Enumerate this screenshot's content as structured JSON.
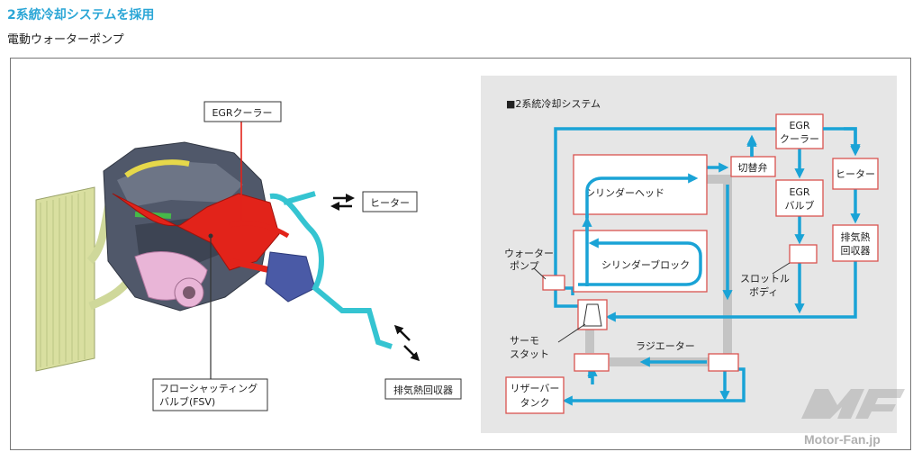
{
  "header": {
    "title": "2系統冷却システムを採用",
    "subtitle": "電動ウォーターポンプ"
  },
  "left": {
    "egr_cooler": "EGRクーラー",
    "heater": "ヒーター",
    "fsv_line1": "フローシャッティング",
    "fsv_line2": "バルブ(FSV)",
    "exhaust_heat": "排気熱回収器"
  },
  "diagram": {
    "title": "■2系統冷却システム",
    "cylinder_head": "シリンダーヘッド",
    "cylinder_block": "シリンダーブロック",
    "switch_valve": "切替弁",
    "egr_cooler_l1": "EGR",
    "egr_cooler_l2": "クーラー",
    "egr_valve_l1": "EGR",
    "egr_valve_l2": "バルブ",
    "heater": "ヒーター",
    "exhaust_l1": "排気熱",
    "exhaust_l2": "回収器",
    "throttle_l1": "スロットル",
    "throttle_l2": "ボディ",
    "water_pump_l1": "ウォーター",
    "water_pump_l2": "ポンプ",
    "thermostat_l1": "サーモ",
    "thermostat_l2": "スタット",
    "radiator": "ラジエーター",
    "reservoir_l1": "リザーバー",
    "reservoir_l2": "タンク"
  },
  "watermark": {
    "site": "Motor-Fan.jp"
  },
  "colors": {
    "accent_blue": "#1aa3d6",
    "box_red": "#d9534f",
    "gray_pipe": "#c4c4c4",
    "title_blue": "#2ba6d6"
  }
}
